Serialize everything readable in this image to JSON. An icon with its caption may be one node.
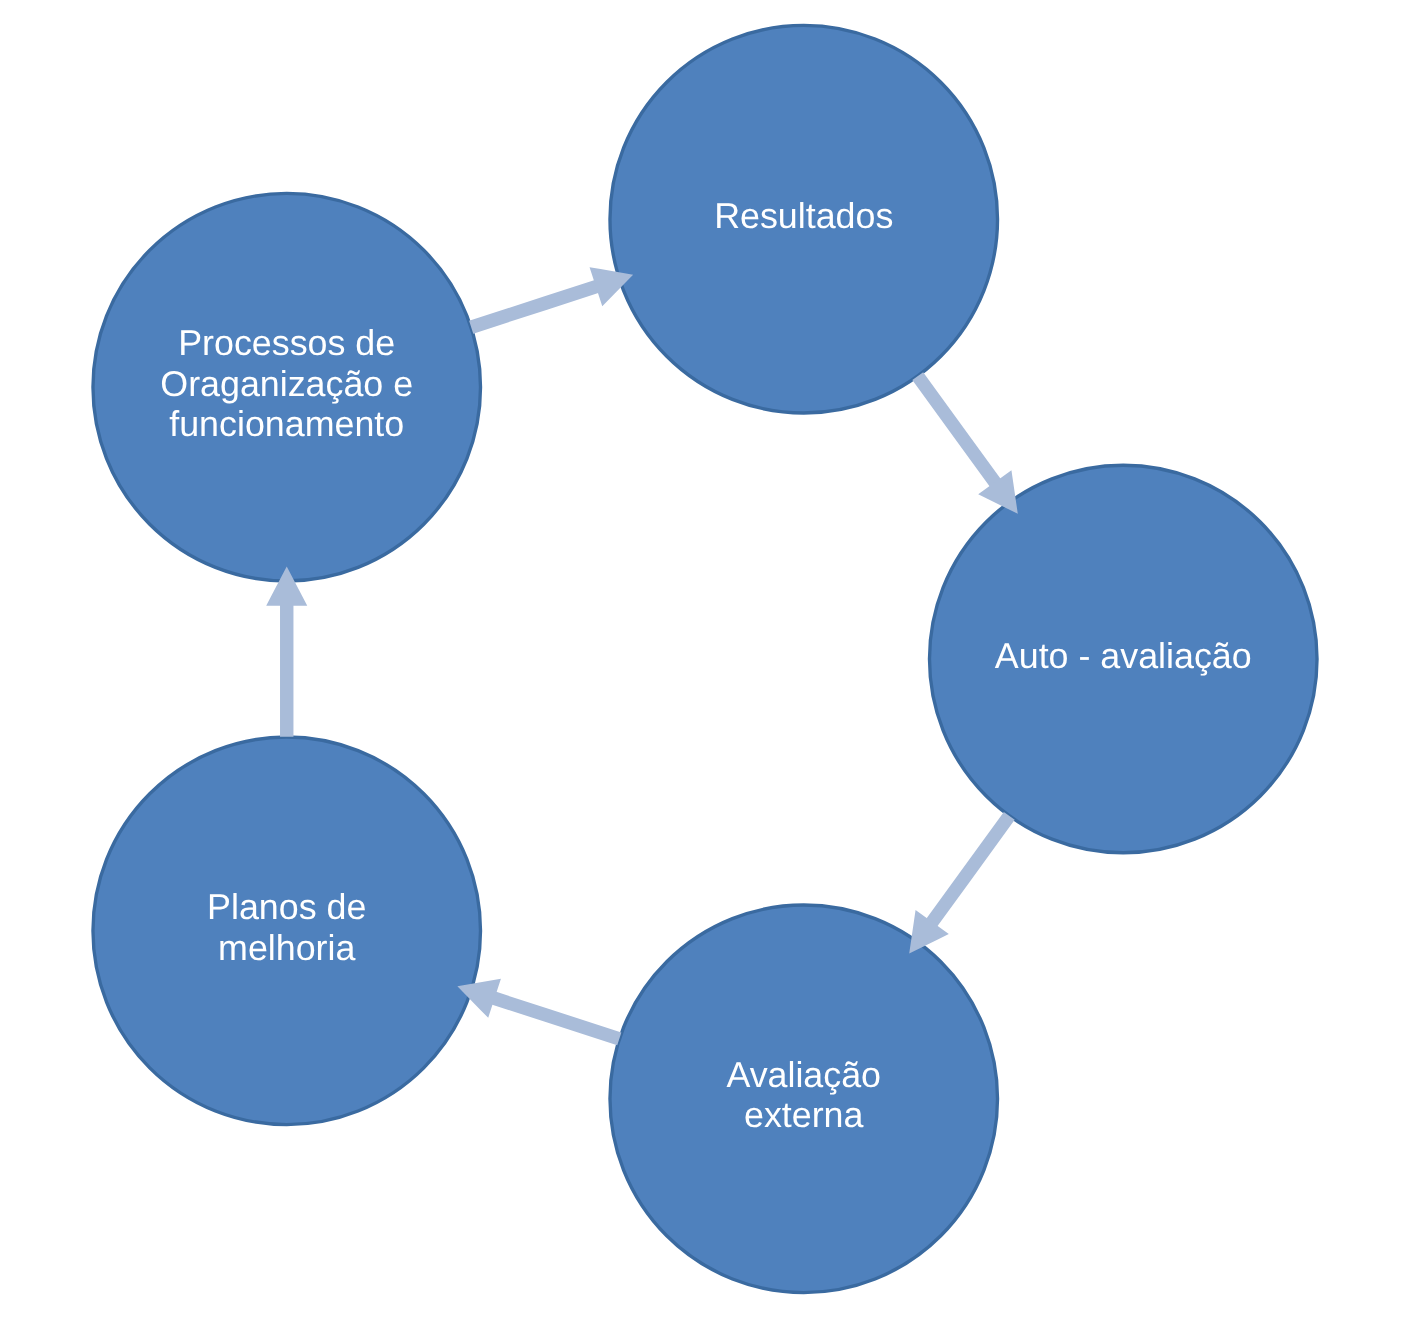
{
  "diagram": {
    "nodes": [
      {
        "text": [
          "Avaliação externa"
        ]
      },
      {
        "text": [
          "Planos de melhoria"
        ]
      },
      {
        "text": [
          "Processos de Oraganização e funcionamento"
        ]
      },
      {
        "text": [
          "Resultados"
        ]
      },
      {
        "text": [
          "Auto - avaliação"
        ]
      }
    ],
    "edges": [
      {
        "from": 0,
        "to": 1,
        "arrow": "to"
      },
      {
        "from": 1,
        "to": 2,
        "arrow": "to"
      },
      {
        "from": 2,
        "to": 3,
        "arrow": "to"
      },
      {
        "from": 3,
        "to": 4,
        "arrow": "to"
      },
      {
        "from": 4,
        "to": 0,
        "arrow": "to"
      }
    ]
  }
}
